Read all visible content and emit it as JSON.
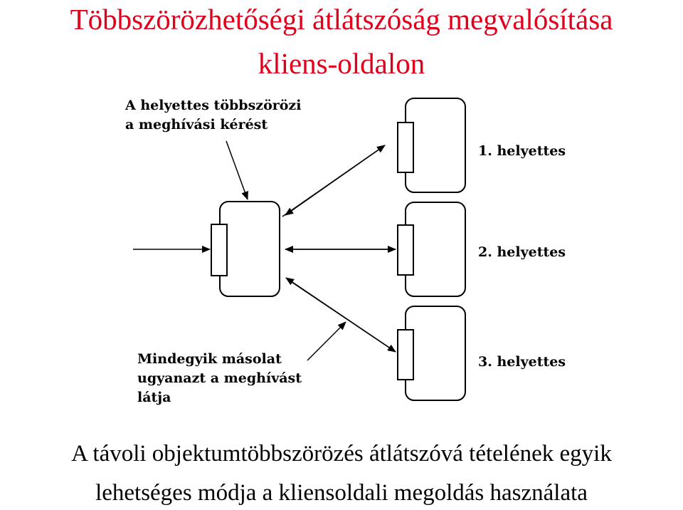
{
  "title": {
    "line1": "Többszörözhetőségi átlátszóság megvalósítása",
    "line2": "kliens-oldalon"
  },
  "diagram": {
    "annotation_top": [
      "A helyettes többszörözi",
      "a meghívási kérést"
    ],
    "annotation_bottom": [
      "Mindegyik másolat",
      "ugyanazt a meghívást",
      "látja"
    ],
    "proxies": [
      "1. helyettes",
      "2. helyettes",
      "3. helyettes"
    ]
  },
  "caption": {
    "line1": "A távoli objektumtöbbszörözés átlátszóvá tételének egyik",
    "line2": "lehetséges módja a kliensoldali megoldás használata"
  },
  "colors": {
    "title": "#e0001b",
    "text": "#000000"
  }
}
